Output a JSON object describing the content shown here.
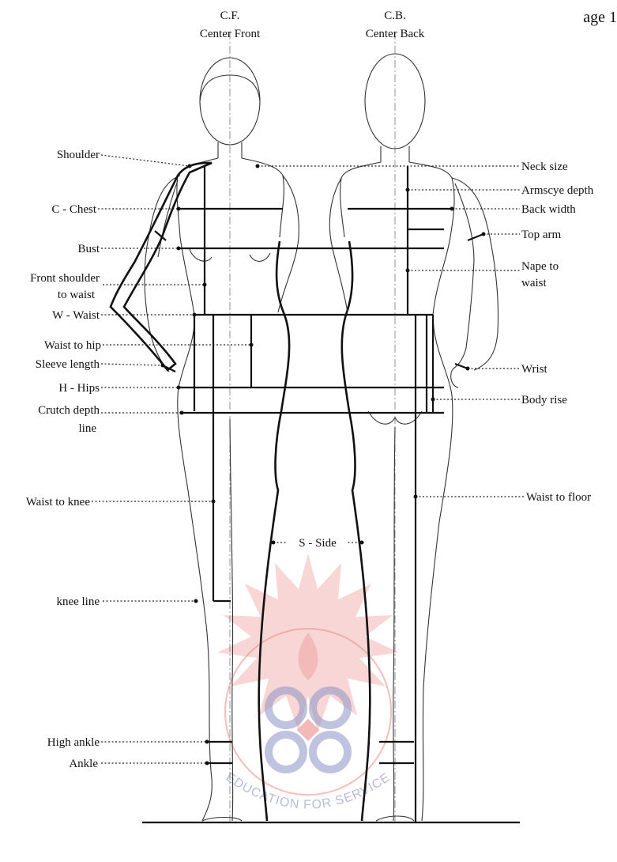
{
  "header": {
    "cf_abbr": "C.F.",
    "cf_full": "Center Front",
    "cb_abbr": "C.B.",
    "cb_full": "Center Back",
    "page_fragment": "age 1"
  },
  "labels_left": {
    "shoulder": "Shoulder",
    "chest": "C - Chest",
    "bust": "Bust",
    "front_shoulder_1": "Front shoulder",
    "front_shoulder_2": "to waist",
    "waist": "W - Waist",
    "waist_to_hip": "Waist to hip",
    "sleeve_length": "Sleeve length",
    "hips": "H - Hips",
    "crutch_1": "Crutch depth",
    "crutch_2": "line",
    "waist_to_knee": "Waist to knee",
    "knee_line": "knee line",
    "high_ankle": "High ankle",
    "ankle": "Ankle"
  },
  "labels_right": {
    "neck_size": "Neck size",
    "armscye_depth": "Armscye depth",
    "back_width": "Back width",
    "top_arm": "Top arm",
    "nape_1": "Nape to",
    "nape_2": "waist",
    "wrist": "Wrist",
    "body_rise": "Body rise",
    "waist_to_floor": "Waist to floor"
  },
  "side_label": "S - Side",
  "watermark": {
    "text": "EDUCATION FOR SERVICE",
    "color": "#e98a86"
  }
}
